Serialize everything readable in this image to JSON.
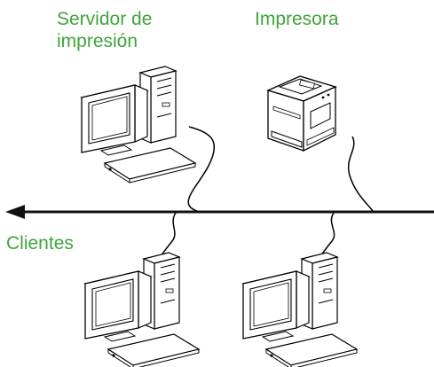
{
  "labels": {
    "print_server_line1": "Servidor de",
    "print_server_line2": "impresión",
    "printer": "Impresora",
    "clients": "Clientes"
  },
  "colors": {
    "label": "#3ea53a",
    "line": "#000000",
    "network": "#111111"
  },
  "icons": [
    "desktop-computer-icon",
    "laser-printer-icon"
  ]
}
